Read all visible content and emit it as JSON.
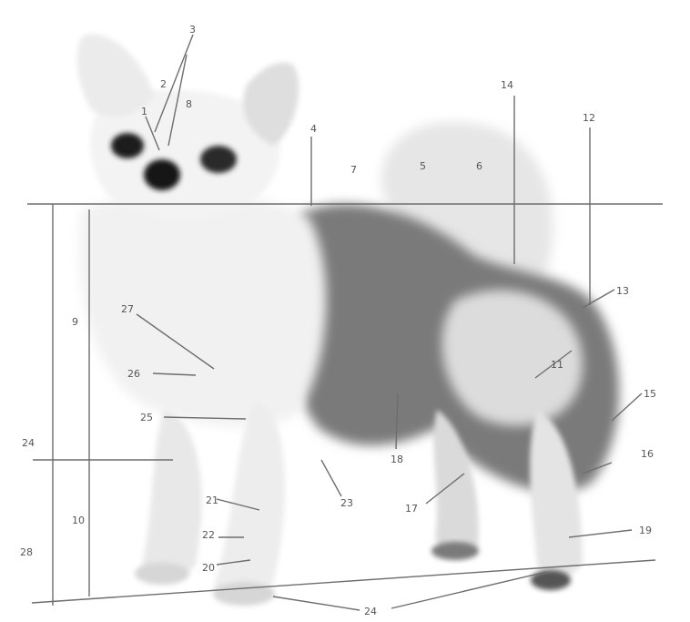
{
  "figure": {
    "labels": {
      "l_1": "1",
      "l_2": "2",
      "l_3": "3",
      "l_4": "4",
      "l_5": "5",
      "l_6": "6",
      "l_7": "7",
      "l_8": "8",
      "l_9": "9",
      "l_10": "10",
      "l_11": "11",
      "l_12": "12",
      "l_13": "13",
      "l_14": "14",
      "l_15": "15",
      "l_16": "16",
      "l_17": "17",
      "l_18": "18",
      "l_19": "19",
      "l_20": "20",
      "l_21": "21",
      "l_22": "22",
      "l_23": "23",
      "l_24": "24",
      "l_25": "25",
      "l_26": "26",
      "l_27": "27",
      "l_28": "28"
    },
    "colors": {
      "background": "#ffffff",
      "coat_light": "#ececec",
      "coat_dark": "#6b6b6b",
      "lines": "#6d6d6d",
      "eye": "#1e1e1e"
    }
  }
}
